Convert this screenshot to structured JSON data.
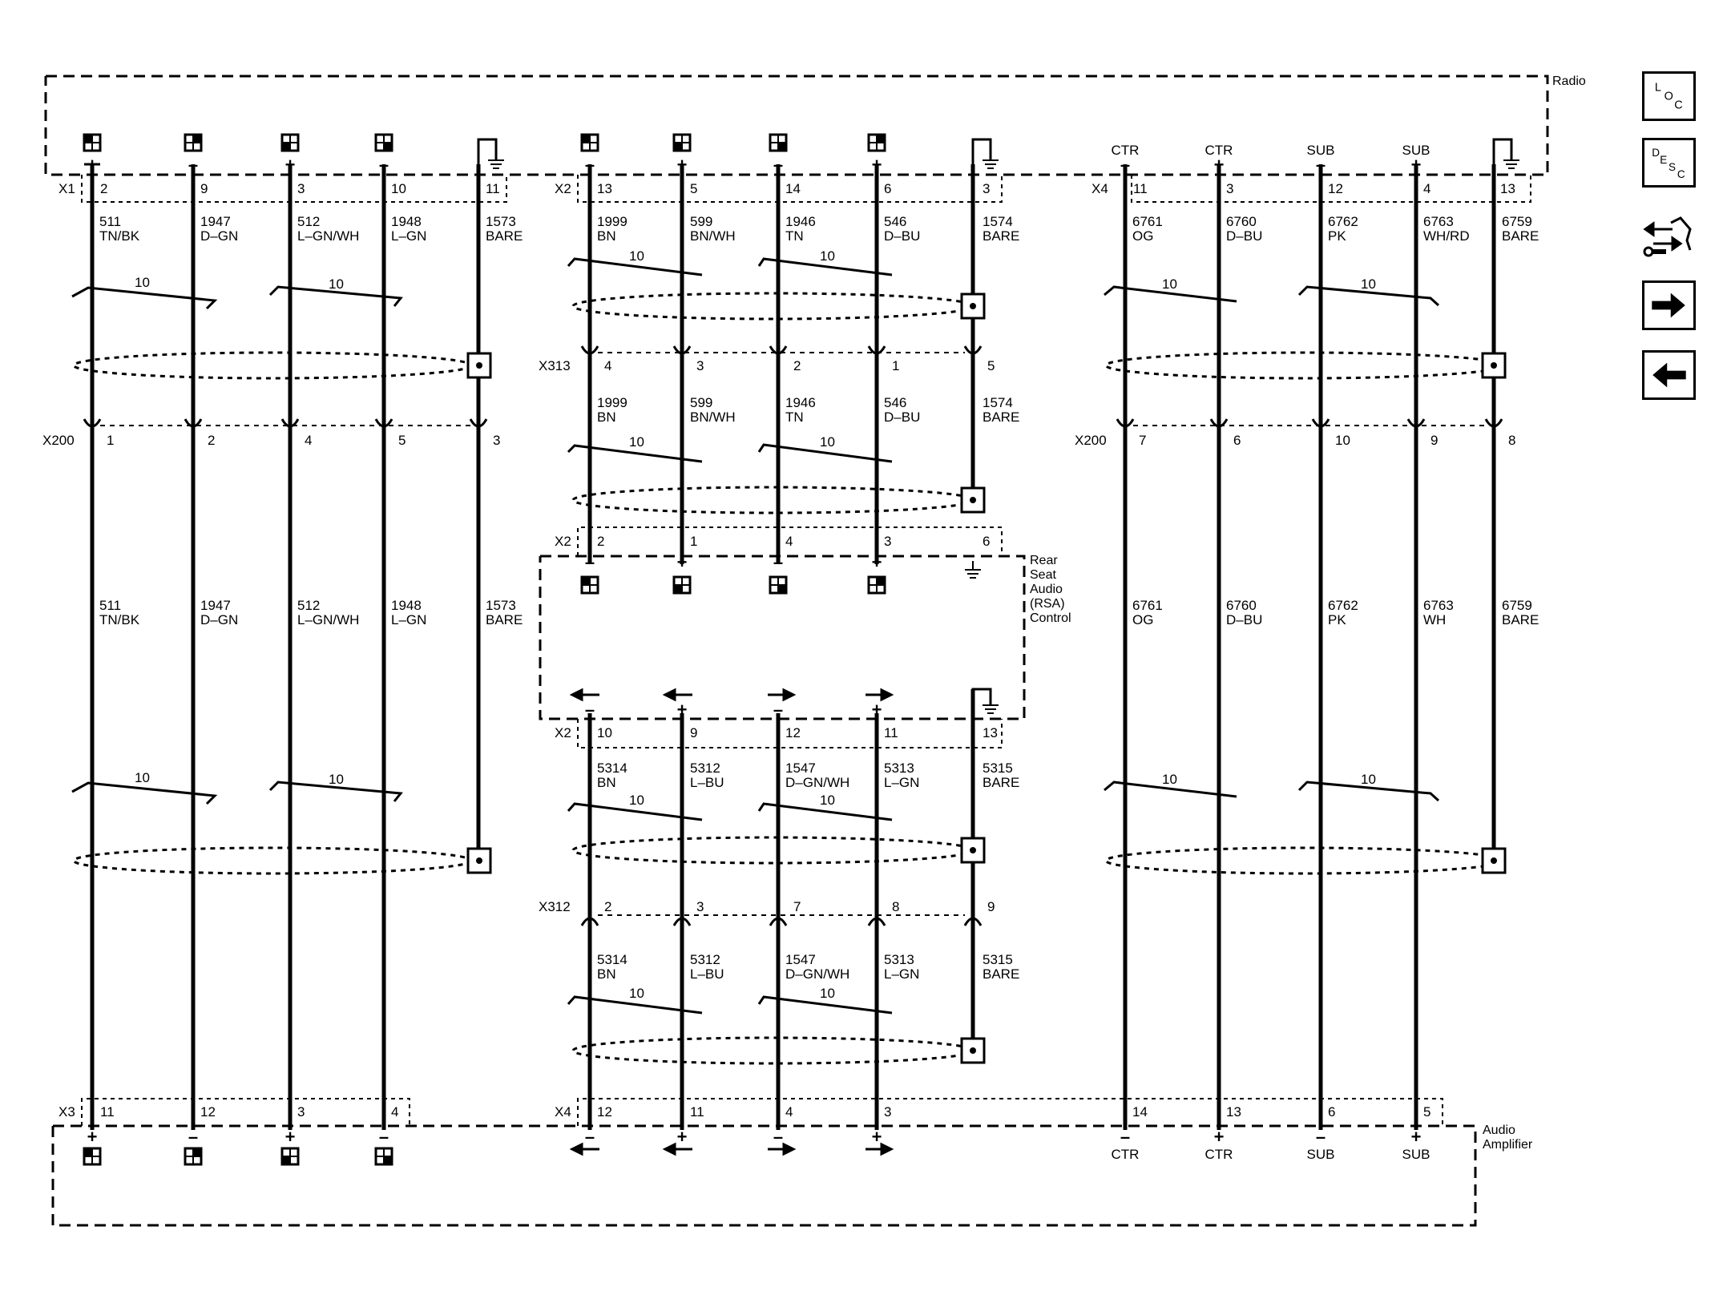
{
  "components": {
    "radio": "Radio",
    "rsa": [
      "Rear",
      "Seat",
      "Audio",
      "(RSA)",
      "Control"
    ],
    "amplifier": [
      "Audio",
      "Amplifier"
    ]
  },
  "connectors": {
    "X1": "X1",
    "X2": "X2",
    "X4": "X4",
    "X3": "X3",
    "X200": "X200",
    "X313": "X313",
    "X312": "X312"
  },
  "twist": "10",
  "wires": {
    "c511": "511",
    "tnbk": "TN/BK",
    "c1947": "1947",
    "dgn": "D–GN",
    "c512": "512",
    "lgnwh": "L–GN/WH",
    "c1948": "1948",
    "lgn": "L–GN",
    "c1573": "1573",
    "bare": "BARE",
    "c1999": "1999",
    "bn": "BN",
    "c599": "599",
    "bnwh": "BN/WH",
    "c1946": "1946",
    "tn": "TN",
    "c546": "546",
    "dbu": "D–BU",
    "c1574": "1574",
    "c6761": "6761",
    "og": "OG",
    "c6760": "6760",
    "c6762": "6762",
    "pk": "PK",
    "c6763": "6763",
    "whrd": "WH/RD",
    "wh": "WH",
    "c6759": "6759",
    "c5314": "5314",
    "c5312": "5312",
    "lbu": "L–BU",
    "c1547": "1547",
    "dgnwh": "D–GN/WH",
    "c5313": "5313",
    "c5315": "5315"
  },
  "pins": {
    "p1": "1",
    "p2": "2",
    "p3": "3",
    "p4": "4",
    "p5": "5",
    "p6": "6",
    "p7": "7",
    "p8": "8",
    "p9": "9",
    "p10": "10",
    "p11": "11",
    "p12": "12",
    "p13": "13",
    "p14": "14"
  },
  "labels": {
    "plus": "+",
    "minus": "–",
    "ctr": "CTR",
    "sub": "SUB"
  },
  "nav": {
    "loc": [
      "L",
      "O",
      "C"
    ],
    "desc": [
      "D",
      "E",
      "S",
      "C"
    ]
  }
}
